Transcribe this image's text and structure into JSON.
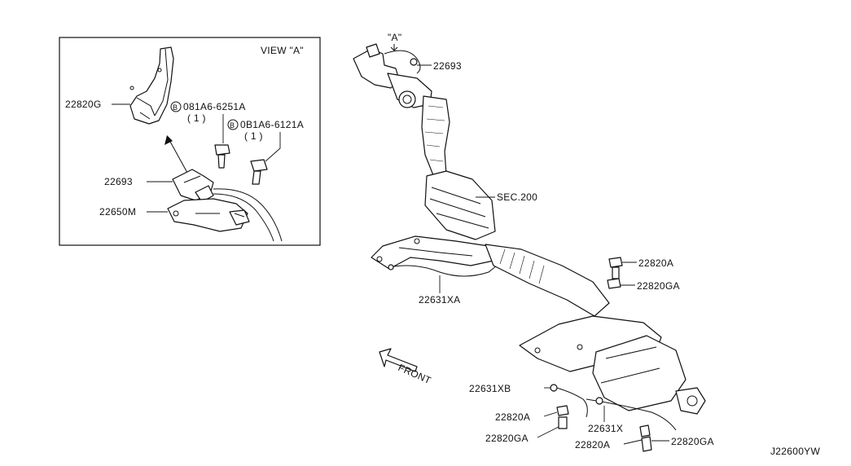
{
  "inset": {
    "view_label": "VIEW \"A\"",
    "labels": {
      "bracket": "22820G",
      "bolt1_part": "081A6-6251A",
      "bolt1_qty": "( 1 )",
      "bolt2_part": "0B1A6-6121A",
      "bolt2_qty": "( 1 )",
      "sensor": "22693",
      "bracket_base": "22650M",
      "bolt_marker": "B"
    }
  },
  "main": {
    "view_marker": "\"A\"",
    "labels": {
      "sensor_top": "22693",
      "section_ref": "SEC.200",
      "bolt_right": "22820A",
      "grommet_right": "22820GA",
      "harness_left": "22631XA",
      "front": "FRONT",
      "harness_xb": "22631XB",
      "bolt_left": "22820A",
      "grommet_left": "22820GA",
      "harness_x": "22631X",
      "bolt_bottom": "22820A",
      "grommet_bottom": "22820GA"
    }
  },
  "diagram_id": "J22600YW"
}
